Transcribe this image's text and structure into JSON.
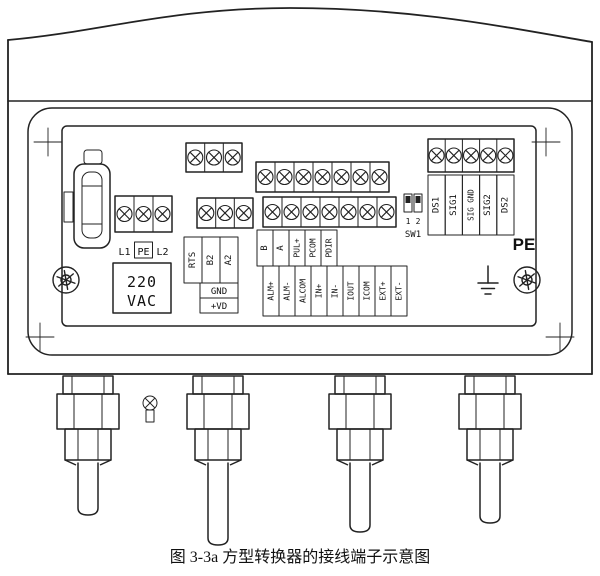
{
  "figure": {
    "caption": "图 3-3a 方型转换器的接线端子示意图"
  },
  "terminals": {
    "power": {
      "l1": "L1",
      "pe": "PE",
      "l2": "L2",
      "voltage_line1": "220",
      "voltage_line2": "VAC"
    },
    "comm": {
      "labels": [
        "RTS",
        "B2",
        "A2"
      ],
      "gnd": "GND",
      "vd": "+VD"
    },
    "io_row1": [
      "B",
      "A",
      "PUL+",
      "PCOM",
      "PDIR"
    ],
    "io_row2": [
      "ALM+",
      "ALM-",
      "ALCOM",
      "IN+",
      "IN-",
      "IOUT",
      "ICOM",
      "EXT+",
      "EXT-"
    ],
    "signal": [
      "DS1",
      "SIG1",
      "SIG GND",
      "SIG2",
      "DS2"
    ],
    "dip_switch": {
      "label": "SW1",
      "pins": [
        "1",
        "2"
      ]
    },
    "protective_earth": "PE"
  }
}
